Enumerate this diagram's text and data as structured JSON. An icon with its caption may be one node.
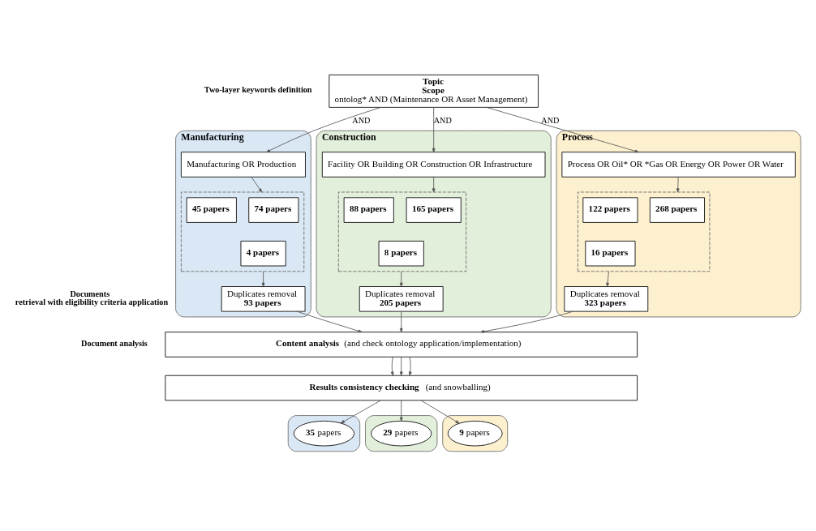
{
  "diagram": {
    "nodes": [
      {
        "text": [
          "Topic",
          "Scope",
          "ontolog* AND (Maintenance OR Asset Management)"
        ]
      },
      {
        "text": [
          "Manufacturing"
        ]
      },
      {
        "text": [
          "Manufacturing OR Production"
        ],
        "in": 1
      },
      {
        "text": [],
        "shape": "box",
        "in": 1
      },
      {
        "text": [
          "74 papers"
        ],
        "in": 3
      },
      {
        "text": [
          "45 papers"
        ],
        "in": 3
      },
      {
        "text": [
          "4 papers"
        ],
        "in": 3
      },
      {
        "text": [
          "Duplicates removal",
          "93 papers"
        ],
        "in": 1
      },
      {
        "text": [
          "Construction"
        ]
      },
      {
        "text": [
          "Facility OR Building OR Construction OR Infrastructure"
        ],
        "in": 8
      },
      {
        "text": [],
        "shape": "box",
        "in": 8
      },
      {
        "text": [
          "165 papers"
        ],
        "in": 10
      },
      {
        "text": [
          "88 papers"
        ],
        "in": 10
      },
      {
        "text": [
          "8 papers"
        ],
        "in": 10
      },
      {
        "text": [
          "Duplicates removal",
          "205 papers"
        ],
        "in": 8
      },
      {
        "text": [
          "Process"
        ]
      },
      {
        "text": [
          "Process OR Oil* OR *Gas OR Energy OR Power OR Water"
        ],
        "in": 15
      },
      {
        "text": [],
        "shape": "box",
        "in": 15
      },
      {
        "text": [
          "268 papers"
        ],
        "in": 17
      },
      {
        "text": [
          "122 papers"
        ],
        "in": 17
      },
      {
        "text": [
          "16 papers"
        ],
        "in": 17
      },
      {
        "text": [
          "Duplicates removal",
          "323 papers"
        ],
        "in": 15
      },
      {
        "text": [],
        "shape": "box"
      },
      {
        "text": [],
        "shape": "box"
      },
      {
        "text": [],
        "shape": "box"
      },
      {
        "text": [
          "**Content analysis** (and check ontology application/implementation)"
        ]
      },
      {
        "text": [
          "**Results consistency checking** (and snowballing)"
        ]
      },
      {
        "text": [
          "**35** papers"
        ],
        "in": 22
      },
      {
        "text": [
          "**29** papers"
        ],
        "in": 23
      },
      {
        "text": [
          "**9** papers"
        ],
        "in": 24
      }
    ],
    "edges": [
      {
        "from": 0,
        "to": 2,
        "arrow": "to",
        "label": "AND"
      },
      {
        "from": 0,
        "to": 9,
        "arrow": "to",
        "label": "AND"
      },
      {
        "from": 0,
        "to": 16,
        "arrow": "to",
        "label": "AND"
      },
      {
        "from": 2,
        "to": 3,
        "arrow": "to"
      },
      {
        "from": 3,
        "to": 7,
        "arrow": "to"
      },
      {
        "from": 9,
        "to": 10,
        "arrow": "to"
      },
      {
        "from": 10,
        "to": 14,
        "arrow": "to"
      },
      {
        "from": 16,
        "to": 17,
        "arrow": "to"
      },
      {
        "from": 17,
        "to": 21,
        "arrow": "to"
      },
      {
        "from": 7,
        "to": 25,
        "arrow": "to"
      },
      {
        "from": 14,
        "to": 25,
        "arrow": "to"
      },
      {
        "from": 21,
        "to": 25,
        "arrow": "to"
      },
      {
        "from": 25,
        "to": 26,
        "arrow": "to"
      },
      {
        "from": 25,
        "to": 26,
        "arrow": "to"
      },
      {
        "from": 25,
        "to": 26,
        "arrow": "to"
      },
      {
        "from": 26,
        "to": 27,
        "arrow": "to"
      },
      {
        "from": 26,
        "to": 28,
        "arrow": "to"
      },
      {
        "from": 26,
        "to": 29,
        "arrow": "to"
      }
    ],
    "labels": [
      "Two-layer keywords definition",
      "Documents retrieval with eligibility criteria application",
      "Document analysis"
    ]
  }
}
